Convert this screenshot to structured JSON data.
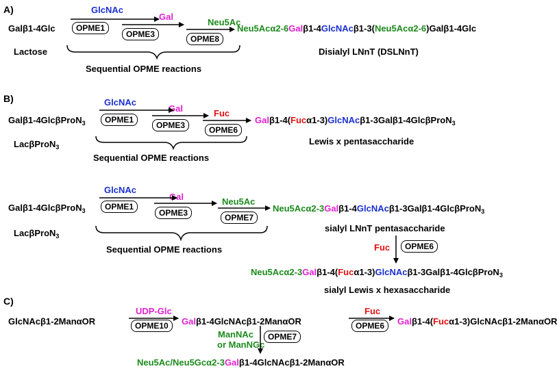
{
  "sections": {
    "a": "A)",
    "b": "B)",
    "c": "C)"
  },
  "a": {
    "start": "Galβ1-4Glc",
    "start_name": "Lactose",
    "s1": "GlcNAc",
    "s2": "Gal",
    "s3": "Neu5Ac",
    "e1": "OPME1",
    "e2": "OPME3",
    "e3": "OPME8",
    "brace": "Sequential OPME reactions",
    "p1": "Neu5Acα2-6",
    "p2": "Gal",
    "p3": "β1-4",
    "p4": "GlcNAc",
    "p5": "β1-3(",
    "p6": "Neu5Acα2-6",
    "p7": ")Galβ1-4Glc",
    "product_name": "Disialyl LNnT (DSLNnT)"
  },
  "b1": {
    "start_main": "Galβ1-4GlcβProN",
    "start_sub": "3",
    "start_name_main": "LacβProN",
    "start_name_sub": "3",
    "s1": "GlcNAc",
    "s2": "Gal",
    "s3": "Fuc",
    "e1": "OPME1",
    "e2": "OPME3",
    "e3": "OPME6",
    "brace": "Sequential OPME reactions",
    "p1": "Gal",
    "p2": "β1-4(",
    "p3": "Fuc",
    "p4": "α1-3)",
    "p5": "GlcNAc",
    "p6": "β1-3Galβ1-4GlcβProN",
    "p6_sub": "3",
    "product_name": "Lewis x pentasaccharide"
  },
  "b2": {
    "start_main": "Galβ1-4GlcβProN",
    "start_sub": "3",
    "start_name_main": "LacβProN",
    "start_name_sub": "3",
    "s1": "GlcNAc",
    "s2": "Gal",
    "s3": "Neu5Ac",
    "e1": "OPME1",
    "e2": "OPME3",
    "e3": "OPME7",
    "brace": "Sequential OPME reactions",
    "p1": "Neu5Acα2-3",
    "p2": "Gal",
    "p3": "β1-4",
    "p4": "GlcNAc",
    "p5": "β1-3Galβ1-4GlcβProN",
    "p5_sub": "3",
    "product_name": "sialyl LNnT pentasaccharide",
    "down_sugar": "Fuc",
    "down_enzyme": "OPME6",
    "q1": "Neu5Acα2-3",
    "q2": "Gal",
    "q3": "β1-4(",
    "q4": "Fuc",
    "q5": "α1-3)",
    "q6": "GlcNAc",
    "q7": "β1-3Galβ1-4GlcβProN",
    "q7_sub": "3",
    "product2_name": "sialyl Lewis x hexasaccharide"
  },
  "c": {
    "start": "GlcNAcβ1-2ManαOR",
    "s1": "UDP-Glc",
    "e1": "OPME10",
    "m1": "Gal",
    "m2": "β1-4GlcNAcβ1-2ManαOR",
    "s2": "Fuc",
    "e2": "OPME6",
    "p1": "Gal",
    "p2": "β1-4(",
    "p3": "Fuc",
    "p4": "α1-3)GlcNAcβ1-2ManαOR",
    "down_sugar_1": "ManNAc",
    "down_sugar_2": "or ManNGc",
    "down_enzyme": "OPME7",
    "q1": "Neu5Ac/Neu5Gcα2-3",
    "q2": "Gal",
    "q3": "β1-4GlcNAcβ1-2ManαOR"
  },
  "colors": {
    "sialic_green": "#1c8a1c",
    "gal_magenta": "#e020d0",
    "glcnac_blue": "#1a2fd0",
    "fuc_red": "#e01010"
  }
}
